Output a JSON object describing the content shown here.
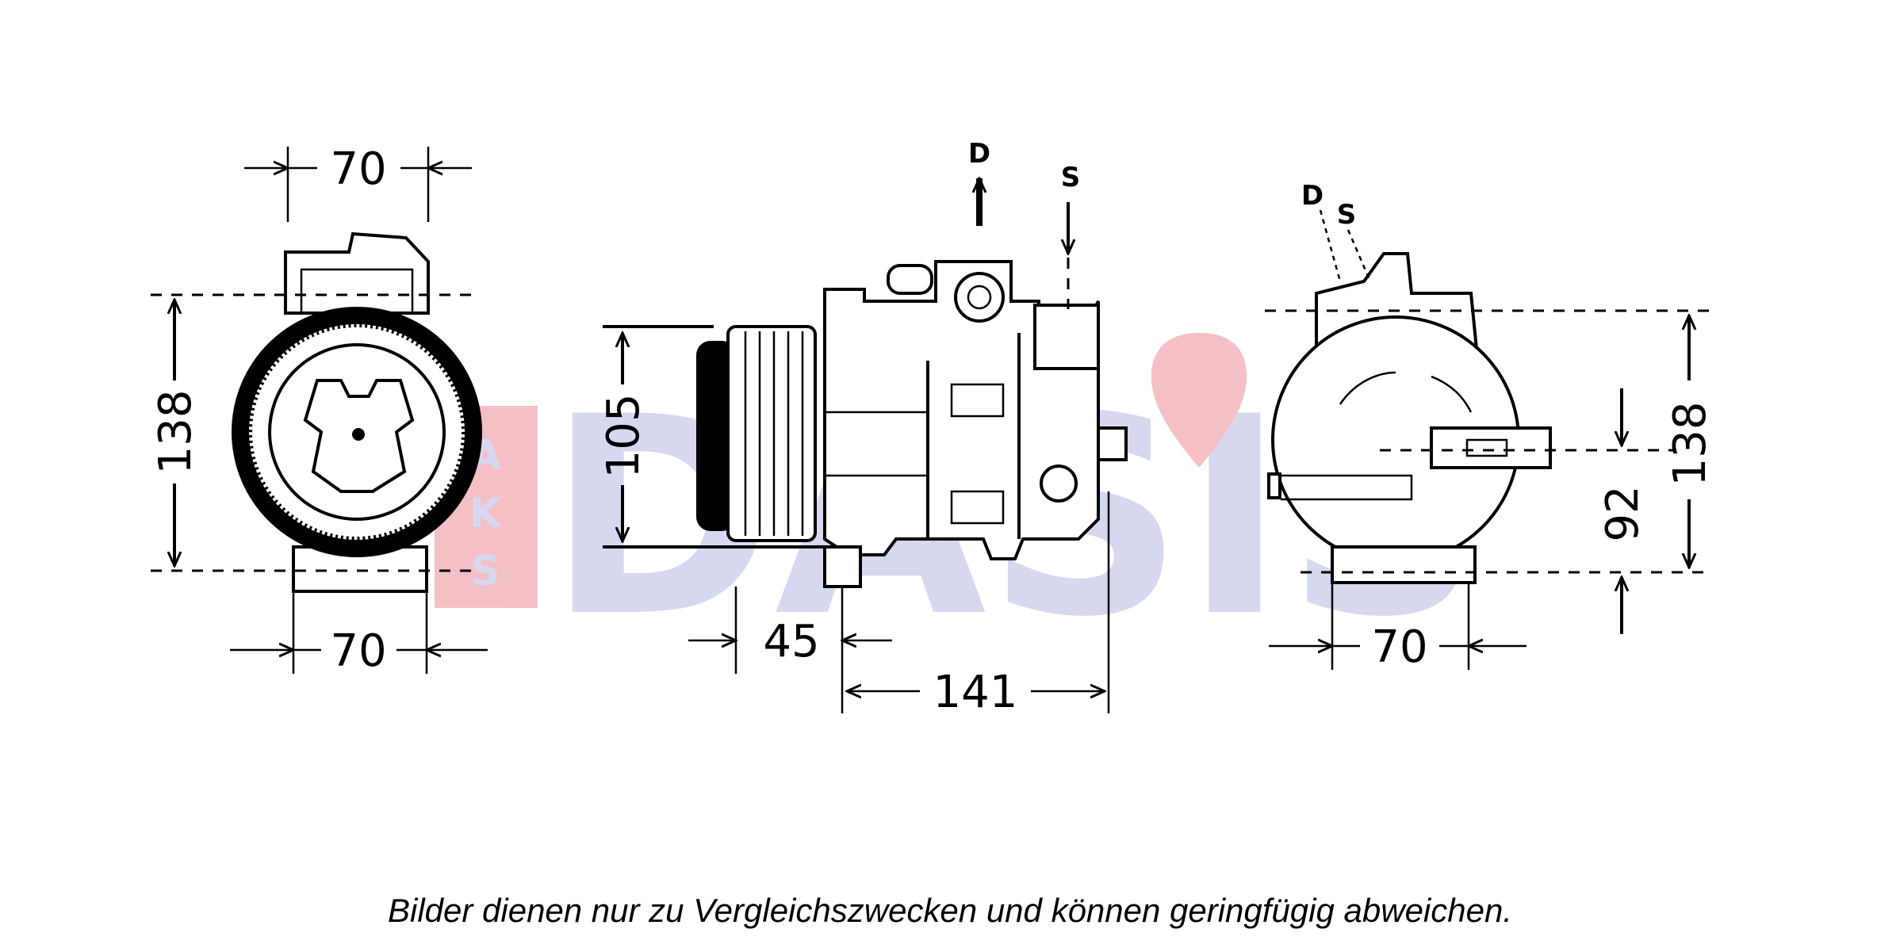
{
  "watermark": {
    "brand_text": "DASIS",
    "side_text": "AKS",
    "colors": {
      "blue": "#cfd2ee",
      "pink": "#f3b6bc"
    }
  },
  "views": {
    "front": {
      "width_top": "70",
      "height": "138",
      "width_bottom": "70"
    },
    "side": {
      "body_height": "105",
      "clutch_offset": "45",
      "length": "141",
      "discharge_port": "D",
      "suction_port": "S"
    },
    "rear": {
      "ports_label_d": "D",
      "ports_label_s": "S",
      "height": "138",
      "mount_height": "92",
      "width": "70"
    }
  },
  "disclaimer": "Bilder dienen nur zu Vergleichszwecken und können geringfügig abweichen."
}
